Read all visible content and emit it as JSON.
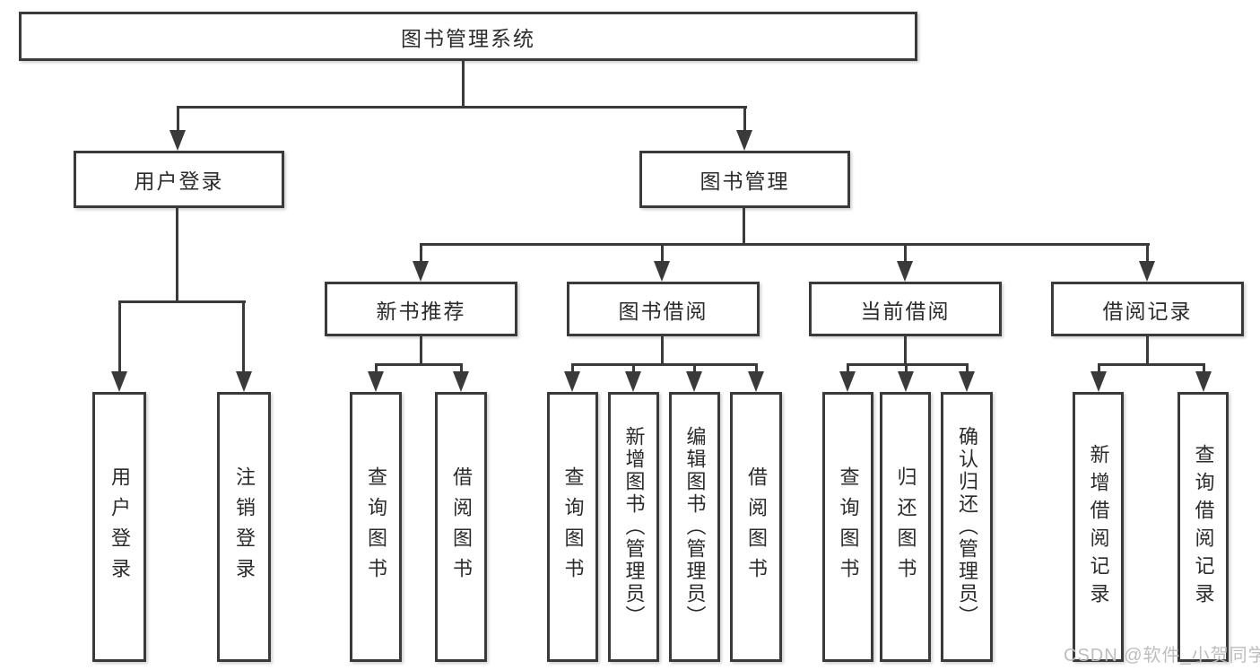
{
  "tree": {
    "root": "图书管理系统",
    "user_login": {
      "label": "用户登录",
      "children": [
        "用户登录",
        "注销登录"
      ]
    },
    "book_mgmt": {
      "label": "图书管理",
      "sections": [
        {
          "label": "新书推荐",
          "children": [
            "查询图书",
            "借阅图书"
          ]
        },
        {
          "label": "图书借阅",
          "children": [
            "查询图书",
            "新增图书（管理员）",
            "编辑图书（管理员）",
            "借阅图书"
          ]
        },
        {
          "label": "当前借阅",
          "children": [
            "查询图书",
            "归还图书",
            "确认归还（管理员）"
          ]
        },
        {
          "label": "借阅记录",
          "children": [
            "新增借阅记录",
            "查询借阅记录"
          ]
        }
      ]
    }
  },
  "watermark": "CSDN @软件_小贺同学",
  "colors": {
    "line": "#3a3a3a",
    "text": "#2b2b2b",
    "box_fill": "#ffffff",
    "watermark": "#bdbdbd",
    "background": "#ffffff"
  }
}
